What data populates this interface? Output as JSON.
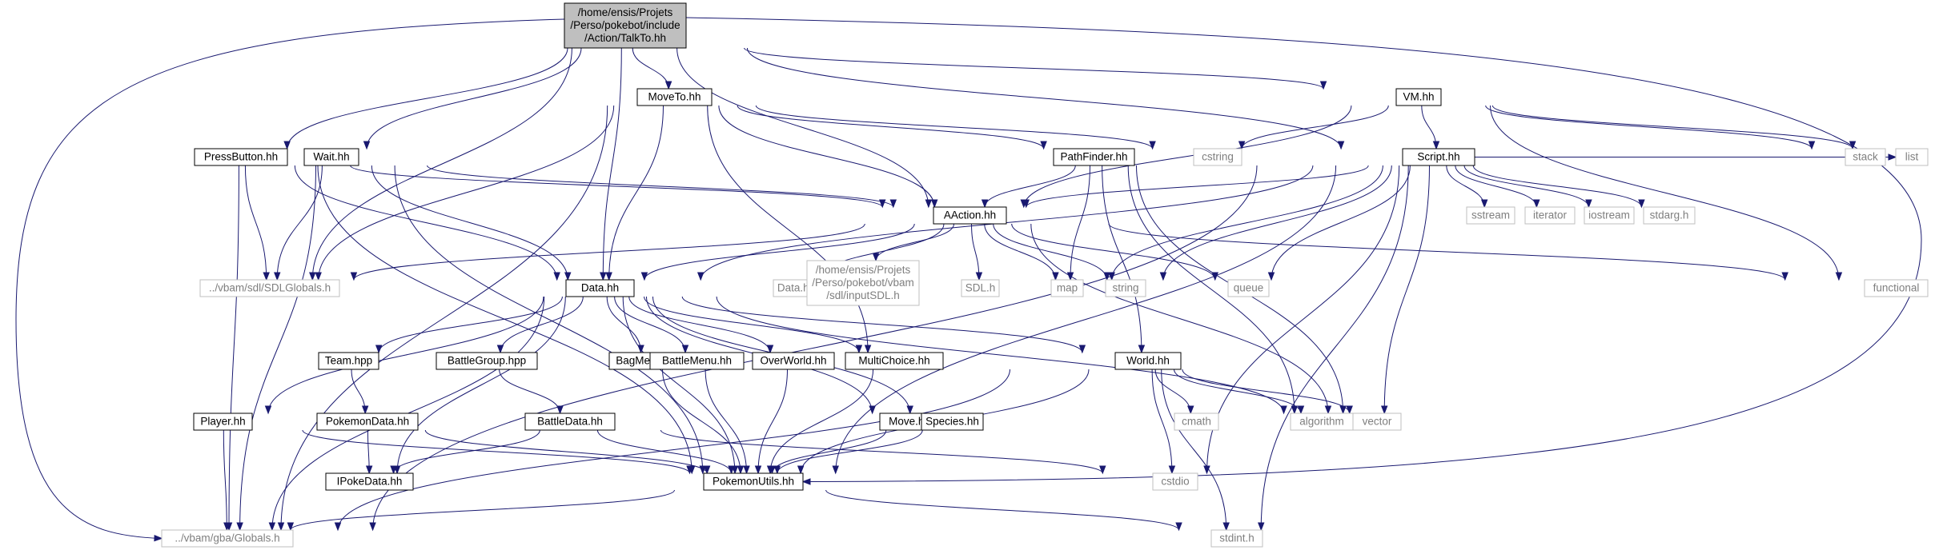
{
  "diagram": {
    "kind": "include-dependency-graph",
    "colors": {
      "edge": "#191970",
      "root_fill": "#bfbfbf",
      "internal_stroke": "#000000",
      "external_stroke": "#bfbfbf",
      "external_text": "#7f7f7f",
      "internal_text": "#000000"
    },
    "nodes": [
      {
        "id": "talkto",
        "lines": [
          "/home/ensis/Projets",
          "/Perso/pokebot/include",
          "/Action/TalkTo.hh"
        ],
        "style": "root"
      },
      {
        "id": "moveto",
        "lines": [
          "MoveTo.hh"
        ],
        "style": "internal"
      },
      {
        "id": "vm",
        "lines": [
          "VM.hh"
        ],
        "style": "internal"
      },
      {
        "id": "pressbutton",
        "lines": [
          "PressButton.hh"
        ],
        "style": "internal"
      },
      {
        "id": "wait",
        "lines": [
          "Wait.hh"
        ],
        "style": "internal"
      },
      {
        "id": "pathfinder",
        "lines": [
          "PathFinder.hh"
        ],
        "style": "internal"
      },
      {
        "id": "cstring",
        "lines": [
          "cstring"
        ],
        "style": "external"
      },
      {
        "id": "script",
        "lines": [
          "Script.hh"
        ],
        "style": "internal"
      },
      {
        "id": "stack",
        "lines": [
          "stack"
        ],
        "style": "external"
      },
      {
        "id": "list",
        "lines": [
          "list"
        ],
        "style": "external"
      },
      {
        "id": "aaction",
        "lines": [
          "AAction.hh"
        ],
        "style": "internal"
      },
      {
        "id": "sstream",
        "lines": [
          "sstream"
        ],
        "style": "external"
      },
      {
        "id": "iterator",
        "lines": [
          "iterator"
        ],
        "style": "external"
      },
      {
        "id": "iostream",
        "lines": [
          "iostream"
        ],
        "style": "external"
      },
      {
        "id": "stdargh",
        "lines": [
          "stdarg.h"
        ],
        "style": "external"
      },
      {
        "id": "sdlglobals",
        "lines": [
          "../vbam/sdl/SDLGlobals.h"
        ],
        "style": "external"
      },
      {
        "id": "datahh",
        "lines": [
          "Data.hh"
        ],
        "style": "internal"
      },
      {
        "id": "datahh2",
        "lines": [
          "Data.hh"
        ],
        "style": "external"
      },
      {
        "id": "inputsdl",
        "lines": [
          "/home/ensis/Projets",
          "/Perso/pokebot/vbam",
          "/sdl/inputSDL.h"
        ],
        "style": "external"
      },
      {
        "id": "sdlh",
        "lines": [
          "SDL.h"
        ],
        "style": "external"
      },
      {
        "id": "map",
        "lines": [
          "map"
        ],
        "style": "external"
      },
      {
        "id": "string",
        "lines": [
          "string"
        ],
        "style": "external"
      },
      {
        "id": "queue",
        "lines": [
          "queue"
        ],
        "style": "external"
      },
      {
        "id": "functional",
        "lines": [
          "functional"
        ],
        "style": "external"
      },
      {
        "id": "team",
        "lines": [
          "Team.hpp"
        ],
        "style": "internal"
      },
      {
        "id": "battlegroup",
        "lines": [
          "BattleGroup.hpp"
        ],
        "style": "internal"
      },
      {
        "id": "bagmenu",
        "lines": [
          "BagMenu.hh"
        ],
        "style": "internal"
      },
      {
        "id": "battlemenu",
        "lines": [
          "BattleMenu.hh"
        ],
        "style": "internal"
      },
      {
        "id": "overworld",
        "lines": [
          "OverWorld.hh"
        ],
        "style": "internal"
      },
      {
        "id": "multichoice",
        "lines": [
          "MultiChoice.hh"
        ],
        "style": "internal"
      },
      {
        "id": "world",
        "lines": [
          "World.hh"
        ],
        "style": "internal"
      },
      {
        "id": "player",
        "lines": [
          "Player.hh"
        ],
        "style": "internal"
      },
      {
        "id": "pokemondata",
        "lines": [
          "PokemonData.hh"
        ],
        "style": "internal"
      },
      {
        "id": "battledata",
        "lines": [
          "BattleData.hh"
        ],
        "style": "internal"
      },
      {
        "id": "move",
        "lines": [
          "Move.hh"
        ],
        "style": "internal"
      },
      {
        "id": "species",
        "lines": [
          "Species.hh"
        ],
        "style": "internal"
      },
      {
        "id": "cmath",
        "lines": [
          "cmath"
        ],
        "style": "external"
      },
      {
        "id": "algorithm",
        "lines": [
          "algorithm"
        ],
        "style": "external"
      },
      {
        "id": "vector",
        "lines": [
          "vector"
        ],
        "style": "external"
      },
      {
        "id": "ipokedata",
        "lines": [
          "IPokeData.hh"
        ],
        "style": "internal"
      },
      {
        "id": "pokemonutils",
        "lines": [
          "PokemonUtils.hh"
        ],
        "style": "internal"
      },
      {
        "id": "cstdio",
        "lines": [
          "cstdio"
        ],
        "style": "external"
      },
      {
        "id": "gbaglobals",
        "lines": [
          "../vbam/gba/Globals.h"
        ],
        "style": "external"
      },
      {
        "id": "stdint",
        "lines": [
          "stdint.h"
        ],
        "style": "external"
      }
    ],
    "edges": [
      [
        "talkto",
        "moveto"
      ],
      [
        "talkto",
        "pressbutton"
      ],
      [
        "talkto",
        "wait"
      ],
      [
        "talkto",
        "aaction"
      ],
      [
        "talkto",
        "datahh"
      ],
      [
        "talkto",
        "vm"
      ],
      [
        "talkto",
        "script"
      ],
      [
        "talkto",
        "sdlglobals"
      ],
      [
        "talkto",
        "gbaglobals"
      ],
      [
        "talkto",
        "pokemonutils"
      ],
      [
        "moveto",
        "aaction"
      ],
      [
        "moveto",
        "pathfinder"
      ],
      [
        "moveto",
        "cstring"
      ],
      [
        "moveto",
        "datahh"
      ],
      [
        "moveto",
        "sdlglobals"
      ],
      [
        "moveto",
        "gbaglobals"
      ],
      [
        "moveto",
        "multichoice"
      ],
      [
        "pressbutton",
        "aaction"
      ],
      [
        "pressbutton",
        "sdlglobals"
      ],
      [
        "pressbutton",
        "datahh"
      ],
      [
        "pressbutton",
        "gbaglobals"
      ],
      [
        "pressbutton",
        "pokemonutils"
      ],
      [
        "wait",
        "aaction"
      ],
      [
        "wait",
        "sdlglobals"
      ],
      [
        "wait",
        "datahh"
      ],
      [
        "wait",
        "gbaglobals"
      ],
      [
        "wait",
        "pokemonutils"
      ],
      [
        "vm",
        "script"
      ],
      [
        "vm",
        "aaction"
      ],
      [
        "vm",
        "cstring"
      ],
      [
        "vm",
        "stack"
      ],
      [
        "vm",
        "list"
      ],
      [
        "vm",
        "functional"
      ],
      [
        "pathfinder",
        "aaction"
      ],
      [
        "pathfinder",
        "map"
      ],
      [
        "pathfinder",
        "world"
      ],
      [
        "pathfinder",
        "algorithm"
      ],
      [
        "pathfinder",
        "vector"
      ],
      [
        "script",
        "aaction"
      ],
      [
        "script",
        "datahh"
      ],
      [
        "script",
        "sstream"
      ],
      [
        "script",
        "iterator"
      ],
      [
        "script",
        "iostream"
      ],
      [
        "script",
        "stdargh"
      ],
      [
        "script",
        "list"
      ],
      [
        "script",
        "map"
      ],
      [
        "script",
        "string"
      ],
      [
        "script",
        "queue"
      ],
      [
        "script",
        "vector"
      ],
      [
        "script",
        "pokemonutils"
      ],
      [
        "script",
        "cstdio"
      ],
      [
        "script",
        "gbaglobals"
      ],
      [
        "script",
        "stdint"
      ],
      [
        "aaction",
        "sdlglobals"
      ],
      [
        "aaction",
        "datahh"
      ],
      [
        "aaction",
        "datahh2"
      ],
      [
        "aaction",
        "inputsdl"
      ],
      [
        "aaction",
        "sdlh"
      ],
      [
        "aaction",
        "map"
      ],
      [
        "aaction",
        "string"
      ],
      [
        "aaction",
        "queue"
      ],
      [
        "aaction",
        "functional"
      ],
      [
        "aaction",
        "vector"
      ],
      [
        "datahh",
        "team"
      ],
      [
        "datahh",
        "battlegroup"
      ],
      [
        "datahh",
        "bagmenu"
      ],
      [
        "datahh",
        "battlemenu"
      ],
      [
        "datahh",
        "overworld"
      ],
      [
        "datahh",
        "multichoice"
      ],
      [
        "datahh",
        "world"
      ],
      [
        "datahh",
        "player"
      ],
      [
        "datahh",
        "move"
      ],
      [
        "datahh",
        "species"
      ],
      [
        "datahh",
        "vector"
      ],
      [
        "datahh",
        "ipokedata"
      ],
      [
        "datahh",
        "pokemonutils"
      ],
      [
        "datahh",
        "gbaglobals"
      ],
      [
        "team",
        "pokemondata"
      ],
      [
        "battlegroup",
        "battledata"
      ],
      [
        "bagmenu",
        "pokemonutils"
      ],
      [
        "battlemenu",
        "pokemonutils"
      ],
      [
        "overworld",
        "pokemonutils"
      ],
      [
        "multichoice",
        "pokemonutils"
      ],
      [
        "world",
        "cmath"
      ],
      [
        "world",
        "algorithm"
      ],
      [
        "world",
        "vector"
      ],
      [
        "world",
        "cstdio"
      ],
      [
        "world",
        "stdint"
      ],
      [
        "world",
        "pokemonutils"
      ],
      [
        "world",
        "gbaglobals"
      ],
      [
        "player",
        "pokemonutils"
      ],
      [
        "player",
        "gbaglobals"
      ],
      [
        "pokemondata",
        "ipokedata"
      ],
      [
        "pokemondata",
        "pokemonutils"
      ],
      [
        "battledata",
        "ipokedata"
      ],
      [
        "battledata",
        "cstdio"
      ],
      [
        "battledata",
        "pokemonutils"
      ],
      [
        "move",
        "pokemonutils"
      ],
      [
        "species",
        "pokemonutils"
      ],
      [
        "pokemonutils",
        "gbaglobals"
      ],
      [
        "pokemonutils",
        "stdint"
      ]
    ]
  }
}
